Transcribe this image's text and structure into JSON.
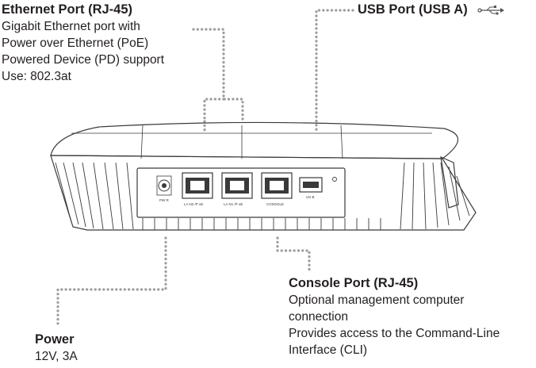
{
  "callouts": {
    "ethernet": {
      "title": "Ethernet Port (RJ-45)",
      "lines": [
        "Gigabit Ethernet port with",
        "Power over Ethernet (PoE)",
        "Powered Device (PD) support",
        "Use: 802.3at"
      ]
    },
    "usb": {
      "title": "USB Port (USB A)"
    },
    "console": {
      "title": "Console Port (RJ-45)",
      "lines": [
        "Optional management computer",
        "connection",
        "Provides access to the Command-Line",
        "Interface (CLI)"
      ]
    },
    "power": {
      "title": "Power",
      "lines": [
        "12V, 3A"
      ]
    }
  },
  "device": {
    "port_labels": {
      "power": "PW R",
      "eth1": "LA N2 /P oE",
      "eth2": "LA N1 /P oE",
      "console": "CONSOLE",
      "usb": "US B"
    }
  },
  "icons": {
    "usb_symbol": "usb-icon"
  },
  "colors": {
    "leader": "#9d9d9d",
    "outline": "#3a3a3a",
    "text": "#231f20"
  }
}
